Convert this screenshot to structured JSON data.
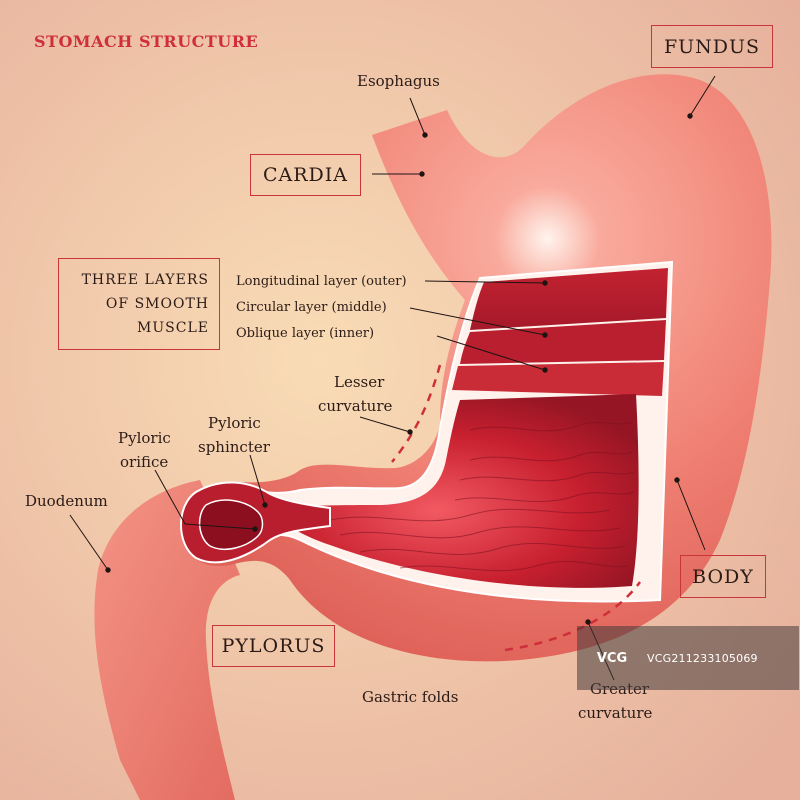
{
  "title": "STOMACH STRUCTURE",
  "boxes": {
    "fundus": "FUNDUS",
    "cardia": "CARDIA",
    "body": "BODY",
    "pylorus": "PYLORUS",
    "muscle_line1": "THREE LAYERS",
    "muscle_line2": "OF SMOOTH",
    "muscle_line3": "MUSCLE"
  },
  "labels": {
    "esophagus": "Esophagus",
    "longitudinal": "Longitudinal layer (outer)",
    "circular": "Circular layer (middle)",
    "oblique": "Oblique layer (inner)",
    "lesser_1": "Lesser",
    "lesser_2": "curvature",
    "pyloric_sphincter_1": "Pyloric",
    "pyloric_sphincter_2": "sphincter",
    "pyloric_orifice_1": "Pyloric",
    "pyloric_orifice_2": "orifice",
    "duodenum": "Duodenum",
    "gastric_folds": "Gastric folds",
    "greater_1": "Greater",
    "greater_2": "curvature"
  },
  "watermark": {
    "logo": "VCG",
    "id": "VCG211233105069"
  },
  "colors": {
    "accent": "#c8363a",
    "stomach": "#f08476",
    "interior": "#b81e2d",
    "background": "#f4cfae"
  }
}
